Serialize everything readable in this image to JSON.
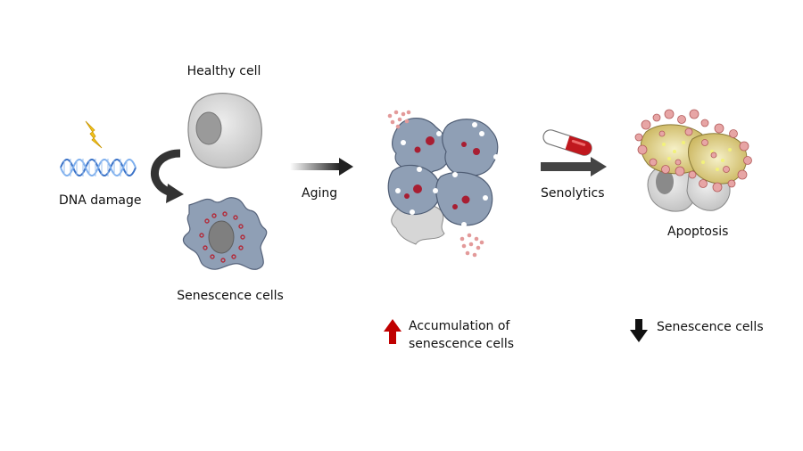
{
  "labels": {
    "healthy_cell": "Healthy cell",
    "dna_damage": "DNA damage",
    "senescence_cells": "Senescence cells",
    "aging": "Aging",
    "senolytics": "Senolytics",
    "apoptosis": "Apoptosis",
    "accumulation_line1": "Accumulation of",
    "accumulation_line2": "senescence cells",
    "decrease_label": "Senescence cells"
  },
  "icons": {
    "dna": "dna-helix-icon",
    "lightning": "lightning-bolt-icon",
    "pill": "capsule-pill-icon",
    "up_arrow": "up-arrow-icon",
    "down_arrow": "down-arrow-icon"
  },
  "colors": {
    "cell_gray": "#c9c9c9",
    "senescent_blue": "#8f9fb5",
    "dot_red": "#b22b3a",
    "pink": "#e39a9a",
    "up_arrow_red": "#c00000",
    "down_arrow_black": "#111111",
    "pill_red": "#c0181e",
    "apoptosis_yellow": "#e8d98a"
  }
}
